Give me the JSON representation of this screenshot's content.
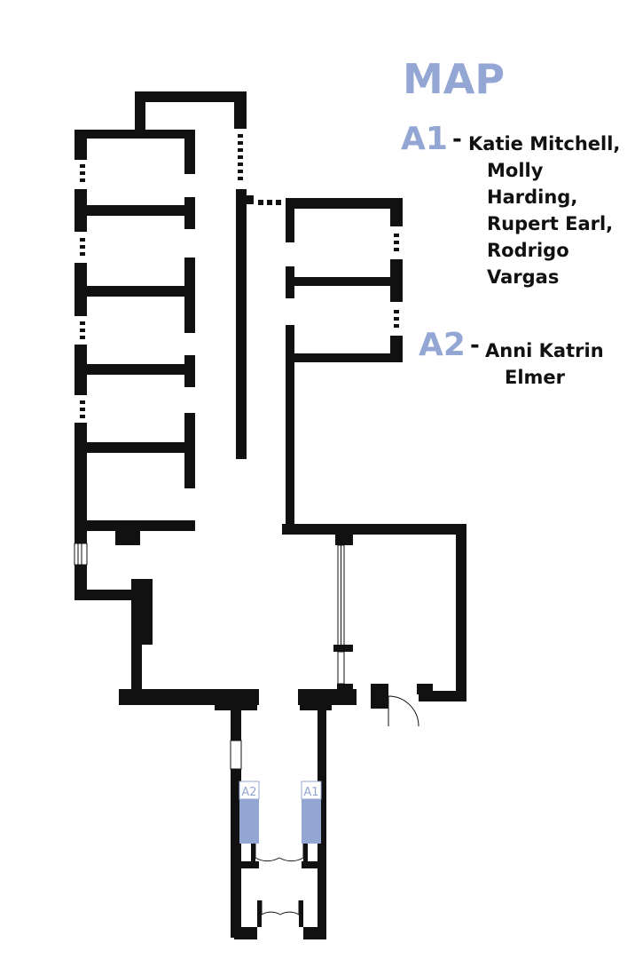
{
  "map": {
    "title": "MAP",
    "colors": {
      "accent": "#94a7d4",
      "wall": "#111111",
      "text": "#111111"
    },
    "legend": [
      {
        "code": "A1",
        "names": [
          "Katie Mitchell,",
          "Molly",
          "Harding,",
          "Rupert Earl,",
          "Rodrigo",
          "Vargas"
        ]
      },
      {
        "code": "A2",
        "names": [
          "Anni Katrin",
          "Elmer"
        ]
      }
    ],
    "markers": [
      {
        "label": "A2"
      },
      {
        "label": "A1"
      }
    ]
  }
}
